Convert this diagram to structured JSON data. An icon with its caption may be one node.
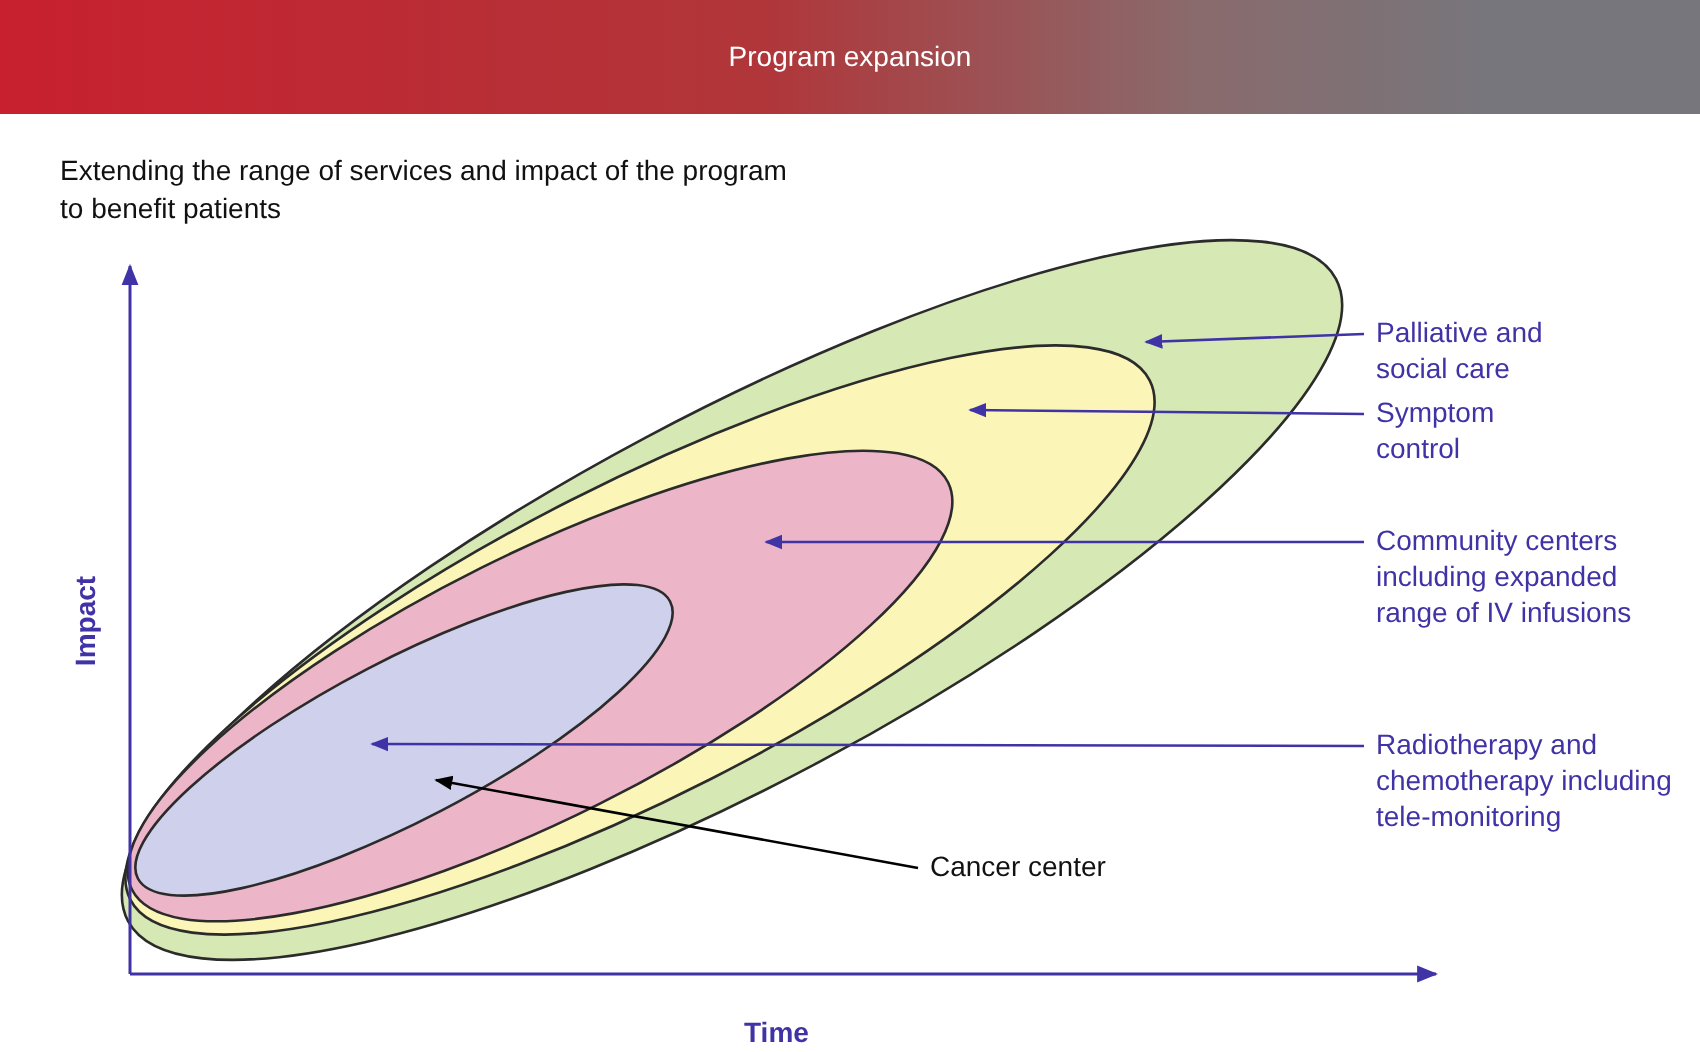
{
  "diagram": {
    "title": "Program expansion",
    "nodes": [
      {
        "text": [],
        "shape": "ellipse"
      },
      {
        "text": [],
        "shape": "ellipse",
        "in": 0
      },
      {
        "text": [],
        "shape": "ellipse",
        "in": 1
      },
      {
        "text": [],
        "shape": "ellipse",
        "in": 2
      },
      {
        "text": [
          "Palliative and social care"
        ]
      },
      {
        "text": [
          "Symptom control"
        ]
      },
      {
        "text": [
          "Community centers including expanded range of IV infusions"
        ]
      },
      {
        "text": [
          "Radiotherapy and chemotherapy including tele-monitoring"
        ]
      },
      {
        "text": [
          "Cancer center"
        ]
      }
    ],
    "edges": [
      {
        "from": 4,
        "to": 0,
        "arrow": "to"
      },
      {
        "from": 5,
        "to": 1,
        "arrow": "to"
      },
      {
        "from": 6,
        "to": 2,
        "arrow": "to"
      },
      {
        "from": 7,
        "to": 3,
        "arrow": "to"
      },
      {
        "from": 8,
        "to": 3,
        "arrow": "to",
        "color": "#000000"
      }
    ],
    "labels": [
      "Extending the range of services and impact of the program to benefit patients",
      "Impact",
      "Time"
    ]
  }
}
